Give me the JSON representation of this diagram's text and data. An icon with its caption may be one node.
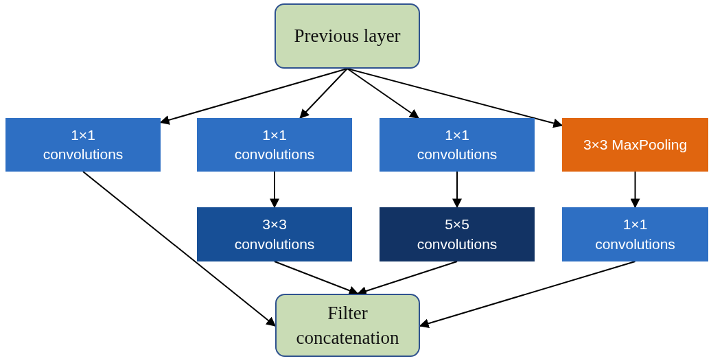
{
  "diagram": {
    "nodes": [
      {
        "text": [
          "Previous layer"
        ]
      },
      {
        "text": [
          "1×1 convolutions"
        ]
      },
      {
        "text": [
          "1×1 convolutions"
        ]
      },
      {
        "text": [
          "1×1 convolutions"
        ]
      },
      {
        "text": [
          "3×3 MaxPooling"
        ]
      },
      {
        "text": [
          "3×3 convolutions"
        ]
      },
      {
        "text": [
          "5×5 convolutions"
        ]
      },
      {
        "text": [
          "1×1 convolutions"
        ]
      },
      {
        "text": [
          "Filter concatenation"
        ]
      }
    ],
    "edges": [
      {
        "from": 0,
        "to": 1,
        "arrow": "to"
      },
      {
        "from": 0,
        "to": 2,
        "arrow": "to"
      },
      {
        "from": 0,
        "to": 3,
        "arrow": "to"
      },
      {
        "from": 0,
        "to": 4,
        "arrow": "to"
      },
      {
        "from": 2,
        "to": 5,
        "arrow": "to"
      },
      {
        "from": 3,
        "to": 6,
        "arrow": "to"
      },
      {
        "from": 4,
        "to": 7,
        "arrow": "to"
      },
      {
        "from": 1,
        "to": 8,
        "arrow": "to"
      },
      {
        "from": 5,
        "to": 8,
        "arrow": "to"
      },
      {
        "from": 6,
        "to": 8,
        "arrow": "to"
      },
      {
        "from": 7,
        "to": 8,
        "arrow": "to"
      }
    ]
  }
}
